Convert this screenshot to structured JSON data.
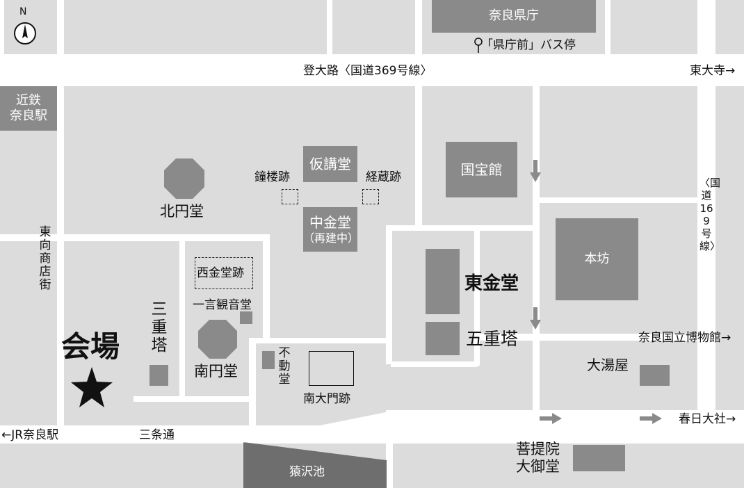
{
  "map": {
    "north_label": "N",
    "buildings": {
      "prefectural_office": "奈良県庁",
      "kintetsu_station": "近鉄\n奈良駅",
      "kakodo": "仮講堂",
      "chukondo": "中金堂",
      "chukondo_note": "（再建中）",
      "kokuhokan": "国宝館",
      "honbo": "本坊",
      "sarusawa_pond": "猿沢池"
    },
    "labels": {
      "bus_stop": "「県庁前」バス停",
      "noborioji": "登大路〈国道369号線〉",
      "todaiji": "東大寺→",
      "shorou_ato": "鐘楼跡",
      "kyozo_ato": "経蔵跡",
      "hokuendo": "北円堂",
      "nishi_kondo_ato": "西金堂跡",
      "ichigon_kannondo": "一言観音堂",
      "nanendo": "南円堂",
      "tokondo": "東金堂",
      "gojunoto": "五重塔",
      "narahaku": "奈良国立博物館→",
      "oyuya": "大湯屋",
      "kasuga_taisha": "春日大社→",
      "jr_station": "←JR奈良駅",
      "sanjo_dori": "三条通",
      "nandaimon_ato": "南大門跡",
      "bodaiin": "菩提院\n大御堂",
      "venue": "会場"
    },
    "vertical_labels": {
      "higashimuki": "東向商店街",
      "sanjunoto": "三重塔",
      "fudodo": "不動堂",
      "route169": "〈国道169号線〉"
    },
    "colors": {
      "ground": "#dcdcdc",
      "road": "#ffffff",
      "building": "#8a8a8a",
      "pond": "#6e6e6e",
      "text": "#111111"
    }
  }
}
